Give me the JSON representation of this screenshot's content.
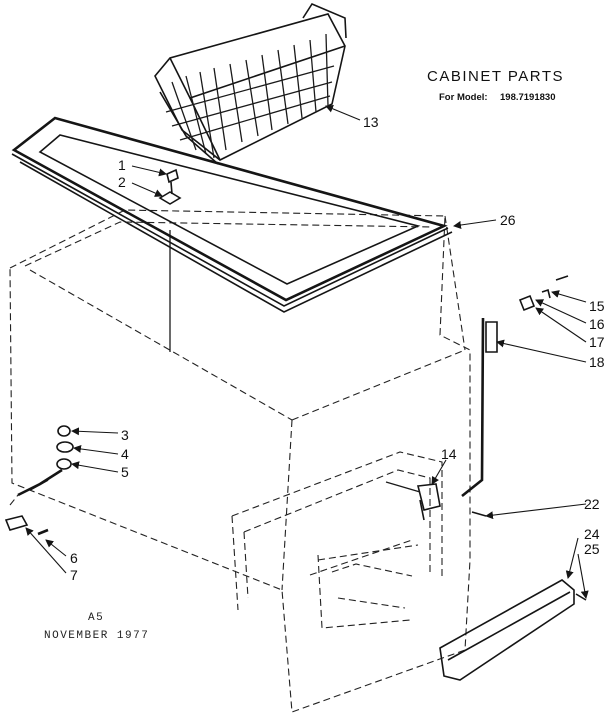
{
  "header": {
    "title": "CABINET PARTS",
    "model_prefix": "For Model:",
    "model_number": "198.7191830"
  },
  "callouts": {
    "c1": "1",
    "c2": "2",
    "c3": "3",
    "c4": "4",
    "c5": "5",
    "c6": "6",
    "c7": "7",
    "c13": "13",
    "c14": "14",
    "c15": "15",
    "c16": "16",
    "c17": "17",
    "c18": "18",
    "c22": "22",
    "c24": "24",
    "c25": "25",
    "c26": "26"
  },
  "footer": {
    "code": "A5",
    "date": "NOVEMBER 1977"
  }
}
